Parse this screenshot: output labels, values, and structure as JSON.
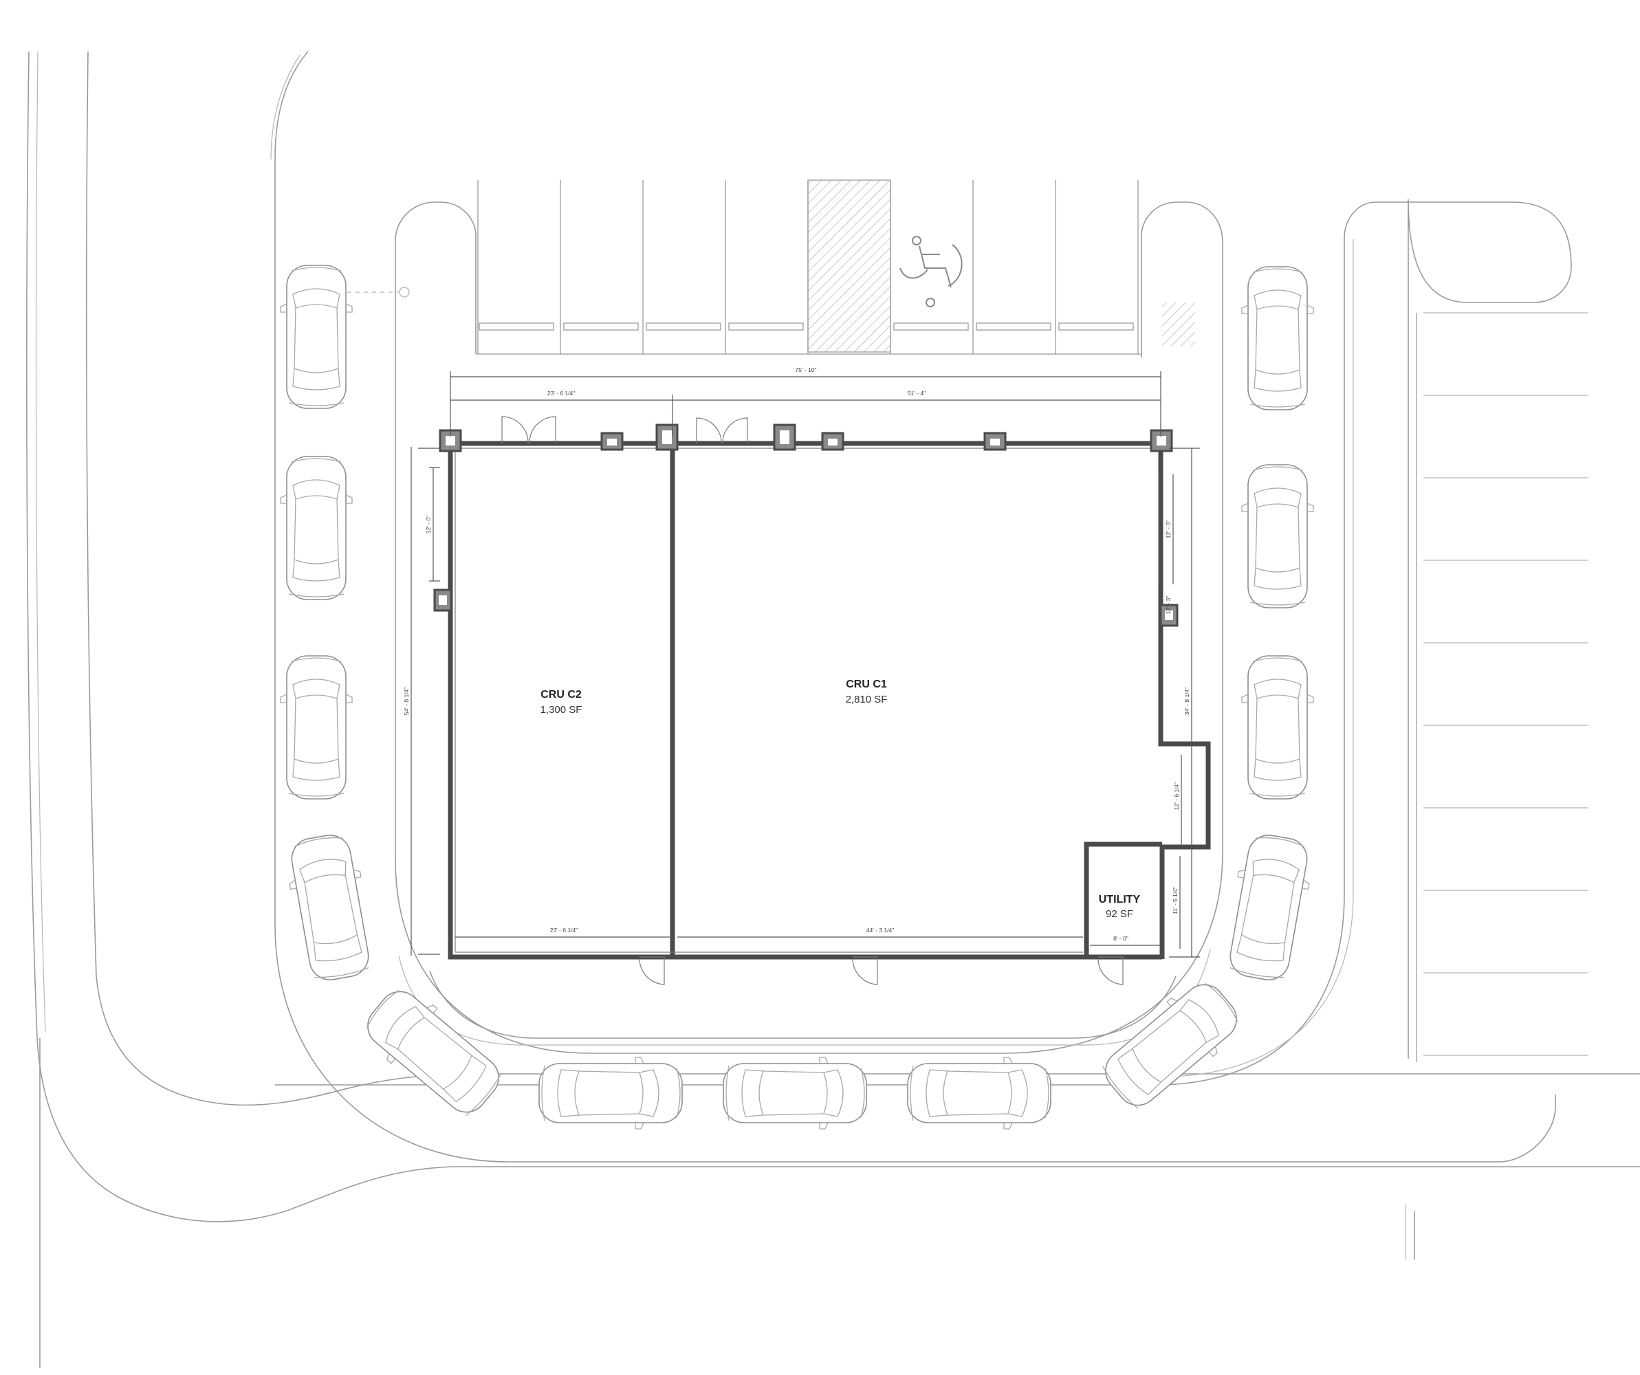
{
  "rooms": {
    "cru_c2": {
      "name": "CRU C2",
      "area": "1,300 SF"
    },
    "cru_c1": {
      "name": "CRU C1",
      "area": "2,810 SF"
    },
    "utility": {
      "name": "UTILITY",
      "area": "92 SF"
    }
  },
  "dimensions": {
    "overall_width": "75' - 10\"",
    "c2_width_top": "23' - 6 1/4\"",
    "c1_width_top": "51' - 4\"",
    "c2_width_bottom": "23' - 6 1/4\"",
    "c1_width_bottom": "44' - 3 1/4\"",
    "utility_width": "8' - 0\"",
    "left_overall_depth": "54' - 8 1/4\"",
    "left_storefront": "12' - 0\"",
    "right_storefront": "12' - 0\"",
    "right_step": "12' - 3\"",
    "right_depth": "34' - 8 1/4\"",
    "right_jog": "12' - 6 1/4\"",
    "utility_depth": "11' - 5 1/4\""
  },
  "colors": {
    "wall": "#4a4a4a",
    "linework": "#9a9a9a",
    "background": "#ffffff"
  },
  "icons": [
    "accessible-parking-icon",
    "car-icon",
    "door-swing-icon"
  ]
}
